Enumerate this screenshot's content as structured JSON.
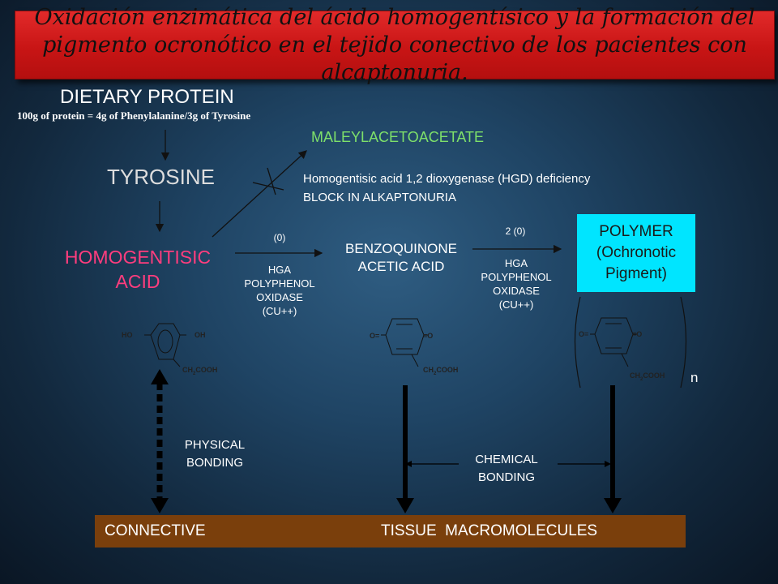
{
  "title": "Oxidación enzimática del ácido homogentísico y la formación del pigmento ocronótico en el tejido conectivo de los pacientes con alcaptonuria.",
  "dietary_protein": "DIETARY PROTEIN",
  "protein_note": "100g of protein = 4g of Phenylalanine/3g of Tyrosine",
  "maleylacetoacetate": "MALEYLACETOACETATE",
  "tyrosine": "TYROSINE",
  "hgd_line1": "Homogentisic acid 1,2 dioxygenase (HGD) deficiency",
  "hgd_line2": "BLOCK IN ALKAPTONURIA",
  "homogentisic_line1": "HOMOGENTISIC",
  "homogentisic_line2": "ACID",
  "step1_oxygen": "(0)",
  "step1_enzyme": [
    "HGA",
    "POLYPHENOL",
    "OXIDASE",
    "(CU++)"
  ],
  "benzoquinone_line1": "BENZOQUINONE",
  "benzoquinone_line2": "ACETIC ACID",
  "step2_oxygen": "2 (0)",
  "step2_enzyme": [
    "HGA",
    "POLYPHENOL",
    "OXIDASE",
    "(CU++)"
  ],
  "polymer": [
    "POLYMER",
    "(Ochronotic",
    "Pigment)"
  ],
  "structures": {
    "hga_left": "HO",
    "hga_right": "OH",
    "hga_sub": "CH",
    "sub2": "2",
    "sub_cooh": "COOH",
    "bq_left": "O=",
    "bq_right": "=O"
  },
  "n_label": "n",
  "physical_bonding": [
    "PHYSICAL",
    "BONDING"
  ],
  "chemical_bonding": [
    "CHEMICAL",
    "BONDING"
  ],
  "connective": "CONNECTIVE",
  "tissue_macromolecules": "TISSUE  MACROMOLECULES",
  "colors": {
    "title_bg": "#d01c1c",
    "green": "#7ee06a",
    "pink": "#ff3d7e",
    "polymer_bg": "#00e5ff",
    "tissue_bar": "#7a3f0c"
  }
}
